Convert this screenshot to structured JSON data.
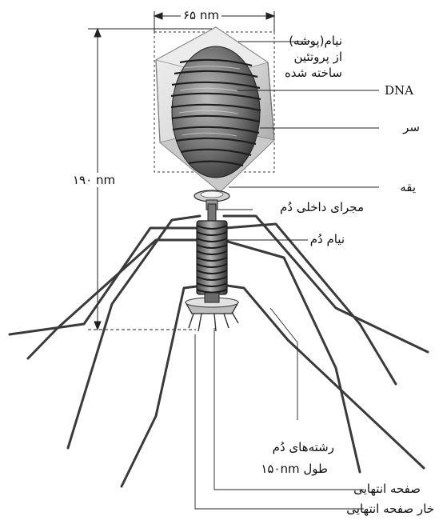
{
  "dimensions": {
    "width": "۶۵ nm",
    "height": "۱۹۰ nm"
  },
  "labels": {
    "capsid": [
      "نیام(پوشه)",
      "از پروتئین",
      "ساخته شده"
    ],
    "dna": "DNA",
    "head": "سر",
    "collar": "یقه",
    "tail_core": "مجرای داخلی دُم",
    "tail_sheath": "نیام دُم",
    "tail_fibers": "رشته‌های دُم",
    "tail_fiber_length": "طول ۱۵۰nm",
    "base_plate": "صفحه انتهایی",
    "base_plate_spikes": "خار صفحه انتهایی"
  }
}
